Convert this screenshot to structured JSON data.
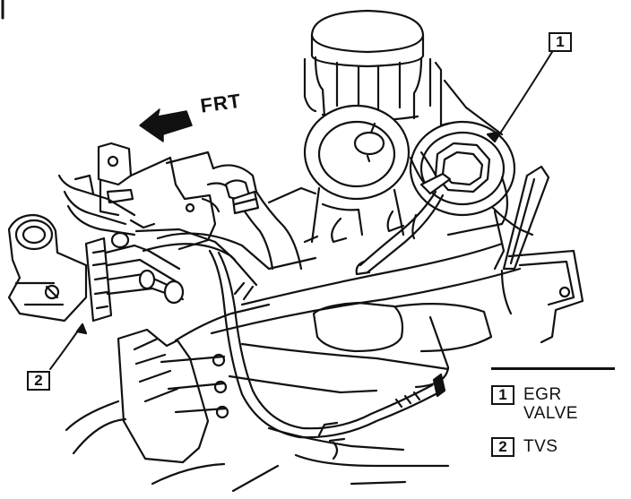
{
  "direction": {
    "label": "FRT",
    "icon": "arrow-left-icon"
  },
  "callouts": [
    {
      "number": "1"
    },
    {
      "number": "2"
    }
  ],
  "legend": [
    {
      "number": "1",
      "text": "EGR\nVALVE"
    },
    {
      "number": "2",
      "text": "TVS"
    }
  ],
  "colors": {
    "ink": "#111111",
    "paper": "#ffffff"
  }
}
